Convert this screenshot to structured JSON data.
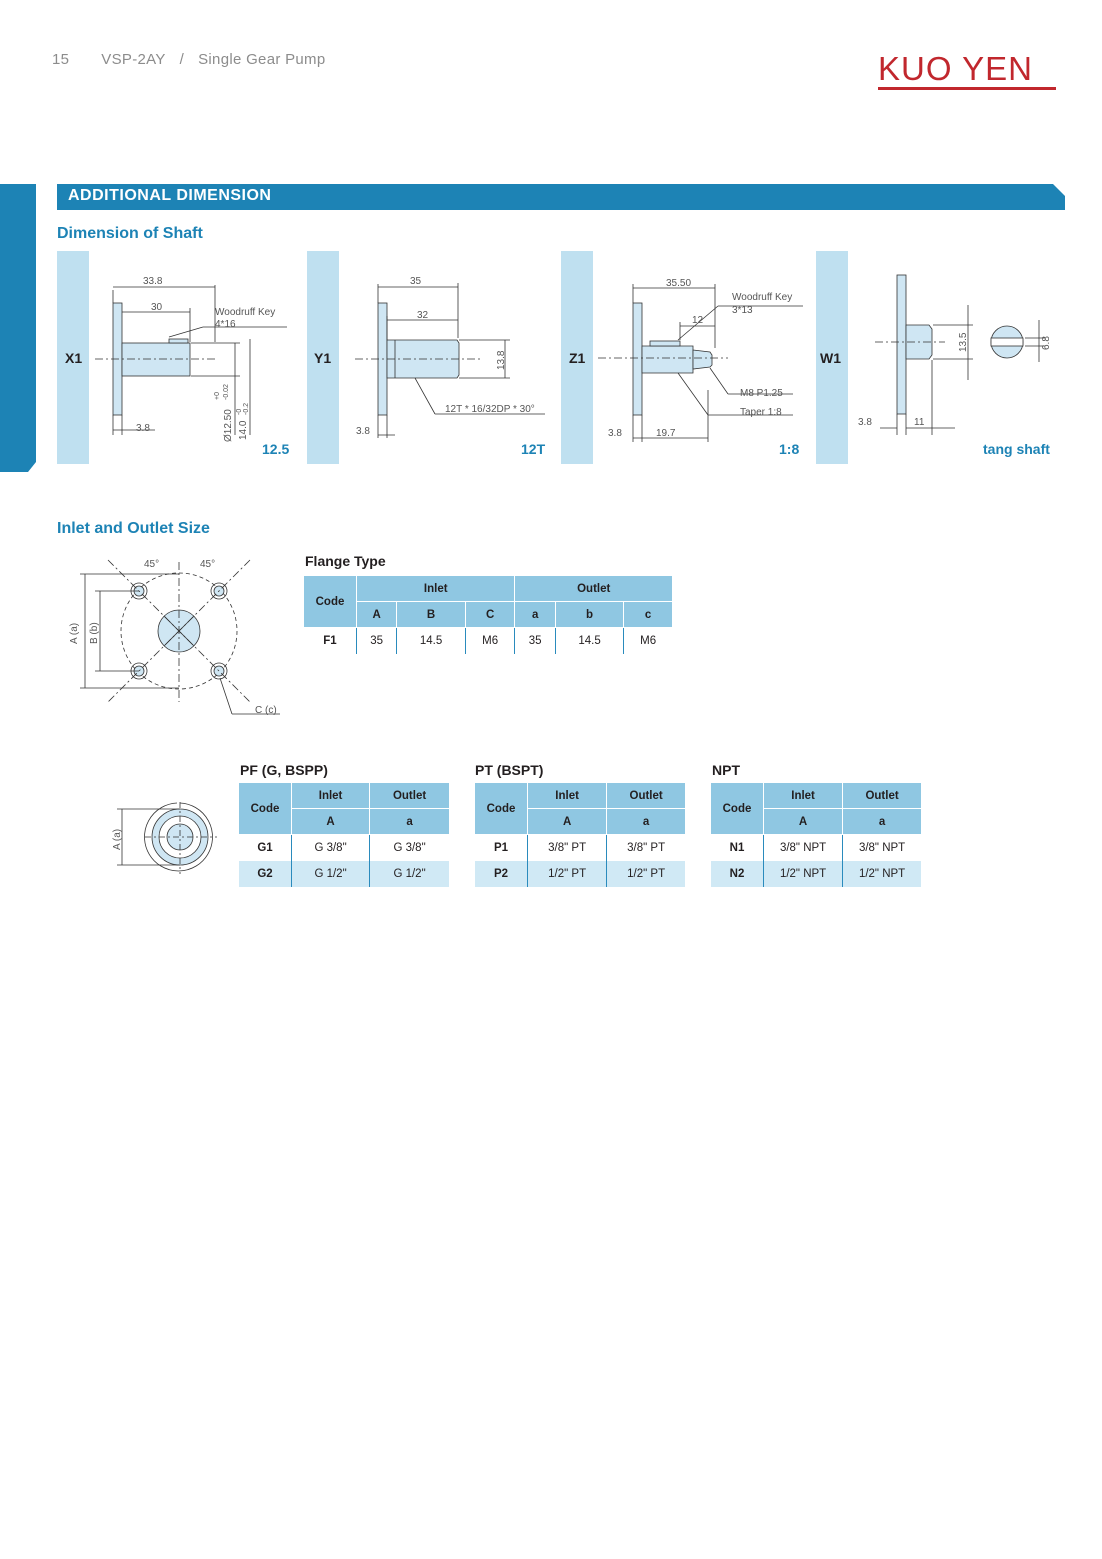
{
  "header": {
    "page_number": "15",
    "model": "VSP-2AY",
    "separator": "/",
    "product": "Single Gear Pump"
  },
  "logo": {
    "text": "KUO YEN",
    "color": "#c1272d"
  },
  "colors": {
    "accent": "#1d83b5",
    "header_fill": "#8fc7e2",
    "row_alt": "#d0e9f5",
    "tab_fill": "#bfe0f0"
  },
  "section": {
    "title": "ADDITIONAL DIMENSION"
  },
  "shaft": {
    "subtitle": "Dimension of Shaft",
    "panels": [
      {
        "code": "X1",
        "caption": "12.5",
        "dims": {
          "d1": "33.8",
          "d2": "30",
          "key1": "Woodruff Key",
          "key2": "4*16",
          "base": "3.8",
          "dia1": "Ø12.50",
          "tol1a": "+0",
          "tol1b": "-0.02",
          "dia2": "14.0",
          "tol2a": "-0",
          "tol2b": "-0.2"
        }
      },
      {
        "code": "Y1",
        "caption": "12T",
        "dims": {
          "d1": "35",
          "d2": "32",
          "dia": "13.8",
          "base": "3.8",
          "spline": "12T * 16/32DP * 30°"
        }
      },
      {
        "code": "Z1",
        "caption": "1:8",
        "dims": {
          "d1": "35.50",
          "d2": "12",
          "key1": "Woodruff Key",
          "key2": "3*13",
          "thread": "M8  P1.25",
          "taper": "Taper 1:8",
          "base": "3.8",
          "len": "19.7"
        }
      },
      {
        "code": "W1",
        "caption": "tang shaft",
        "dims": {
          "dia": "13.5",
          "tang": "6.8",
          "base": "3.8",
          "len": "11"
        }
      }
    ]
  },
  "ports": {
    "subtitle": "Inlet and Outlet Size",
    "flange_diagram": {
      "angle1": "45°",
      "angle2": "45°",
      "label_a": "A (a)",
      "label_b": "B (b)",
      "label_c": "C (c)"
    },
    "thread_diagram": {
      "label_a": "A (a)"
    },
    "flange_table": {
      "title": "Flange Type",
      "headers": {
        "code": "Code",
        "inlet": "Inlet",
        "outlet": "Outlet",
        "cols": [
          "A",
          "B",
          "C",
          "a",
          "b",
          "c"
        ]
      },
      "rows": [
        {
          "code": "F1",
          "values": [
            "35",
            "14.5",
            "M6",
            "35",
            "14.5",
            "M6"
          ]
        }
      ]
    },
    "thread_tables": [
      {
        "title": "PF (G, BSPP)",
        "headers": {
          "code": "Code",
          "inlet": "Inlet",
          "outlet": "Outlet",
          "inlet_sub": "A",
          "outlet_sub": "a"
        },
        "rows": [
          {
            "code": "G1",
            "inlet": "G 3/8\"",
            "outlet": "G 3/8\""
          },
          {
            "code": "G2",
            "inlet": "G 1/2\"",
            "outlet": "G 1/2\""
          }
        ]
      },
      {
        "title": "PT (BSPT)",
        "headers": {
          "code": "Code",
          "inlet": "Inlet",
          "outlet": "Outlet",
          "inlet_sub": "A",
          "outlet_sub": "a"
        },
        "rows": [
          {
            "code": "P1",
            "inlet": "3/8\" PT",
            "outlet": "3/8\" PT"
          },
          {
            "code": "P2",
            "inlet": "1/2\" PT",
            "outlet": "1/2\" PT"
          }
        ]
      },
      {
        "title": "NPT",
        "headers": {
          "code": "Code",
          "inlet": "Inlet",
          "outlet": "Outlet",
          "inlet_sub": "A",
          "outlet_sub": "a"
        },
        "rows": [
          {
            "code": "N1",
            "inlet": "3/8\" NPT",
            "outlet": "3/8\" NPT"
          },
          {
            "code": "N2",
            "inlet": "1/2\" NPT",
            "outlet": "1/2\" NPT"
          }
        ]
      }
    ]
  }
}
